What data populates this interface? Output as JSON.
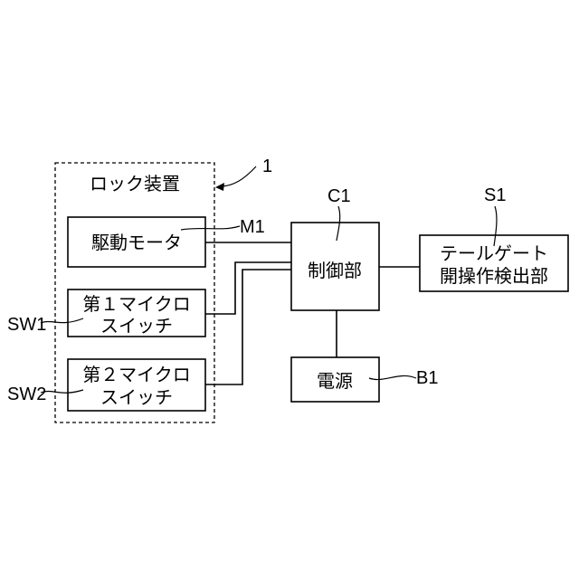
{
  "diagram": {
    "lock_device": {
      "ref": "1",
      "title": "ロック装置"
    },
    "drive_motor": {
      "label": "駆動モータ",
      "ref": "M1"
    },
    "micro_switch_1": {
      "line1": "第１マイクロ",
      "line2": "スイッチ",
      "ref": "SW1"
    },
    "micro_switch_2": {
      "line1": "第２マイクロ",
      "line2": "スイッチ",
      "ref": "SW2"
    },
    "control_unit": {
      "label": "制御部",
      "ref": "C1"
    },
    "tailgate_detector": {
      "line1": "テールゲート",
      "line2": "開操作検出部",
      "ref": "S1"
    },
    "power_supply": {
      "label": "電源",
      "ref": "B1"
    }
  }
}
